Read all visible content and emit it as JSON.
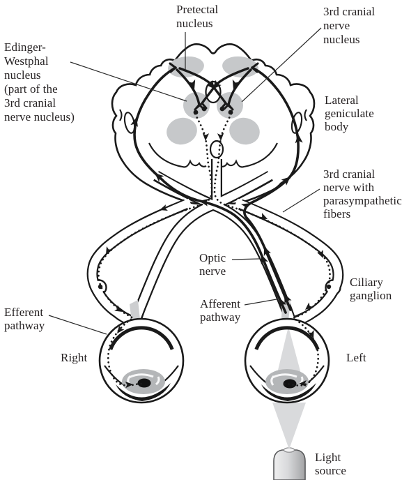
{
  "diagram": {
    "labels": {
      "pretectal": "Pretectal\nnucleus",
      "cn3_nucleus": "3rd cranial\nnerve\nnucleus",
      "edinger_westphal": "Edinger-\nWestphal\nnucleus\n(part of the\n3rd cranial\nnerve nucleus)",
      "lateral_geniculate": "Lateral\ngeniculate\nbody",
      "cn3_parasympathetic": "3rd cranial\nnerve with\nparasympathetic\nfibers",
      "ciliary_ganglion": "Ciliary\nganglion",
      "optic_nerve": "Optic\nnerve",
      "afferent": "Afferent\npathway",
      "efferent": "Efferent\npathway",
      "right_eye": "Right",
      "left_eye": "Left",
      "light_source": "Light\nsource"
    },
    "colors": {
      "line": "#1a1a1a",
      "nucleus_gray": "#c6c8ca",
      "iris_gray": "#b4b6b8",
      "light_beam_gray": "#d9dadc",
      "text": "#262223",
      "background": "#ffffff"
    }
  }
}
